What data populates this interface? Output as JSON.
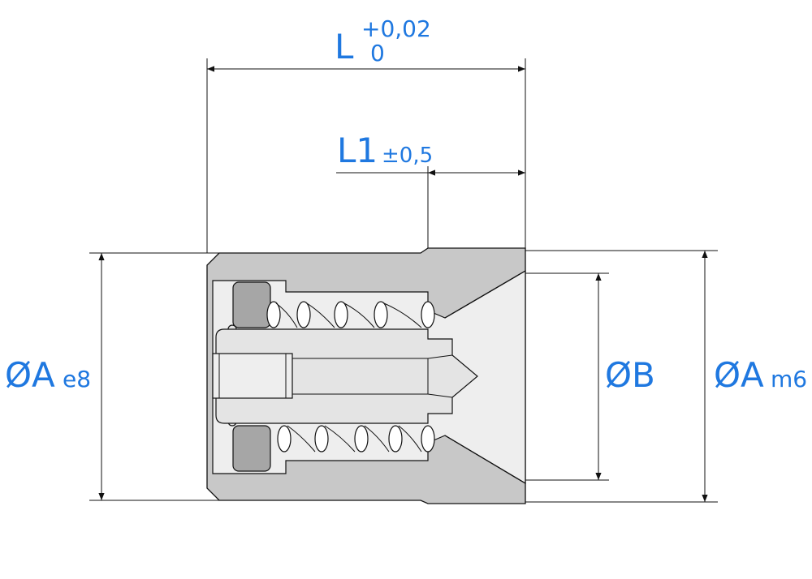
{
  "dimensions": {
    "L": {
      "label": "L",
      "upper_tol": "+0,02",
      "lower_tol": "0"
    },
    "L1": {
      "label": "L1",
      "tol": "±0,5"
    },
    "B": {
      "label": "ØB"
    },
    "A_left": {
      "label": "ØA",
      "fit": "e8"
    },
    "A_right": {
      "label": "ØA",
      "fit": "m6"
    }
  },
  "colors": {
    "dimension_text": "#1f78e0",
    "body_fill": "#c8c8c8",
    "seal_fill": "#a6a6a6",
    "outline": "#111111"
  }
}
